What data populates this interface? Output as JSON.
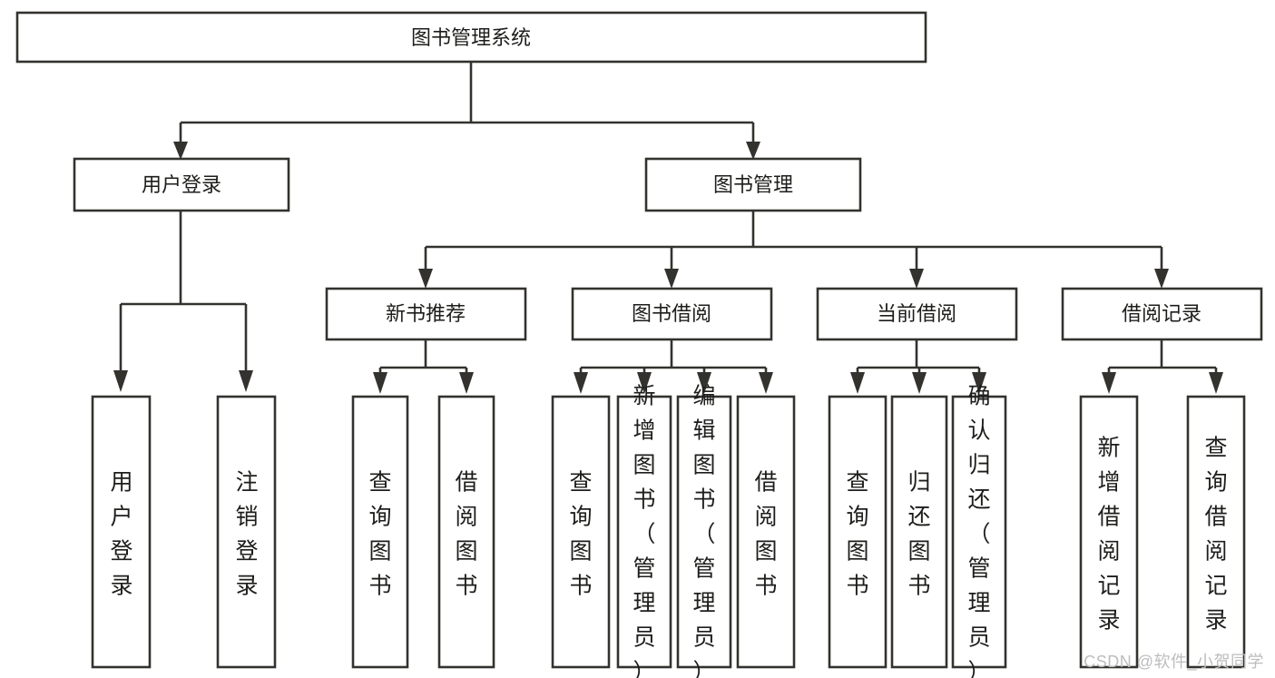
{
  "diagram": {
    "type": "tree",
    "title": "图书管理系统",
    "watermark": "CSDN @软件_小贺同学",
    "colors": {
      "stroke": "#33322f",
      "fill": "#ffffff",
      "text": "#1d1d1b",
      "watermark": "#bdbdbd",
      "background": "#ffffff"
    },
    "nodes": {
      "root": {
        "label": "图书管理系统"
      },
      "level2": [
        {
          "id": "user-login",
          "label": "用户登录"
        },
        {
          "id": "book-manage",
          "label": "图书管理"
        }
      ],
      "level3": [
        {
          "id": "new-book-recommend",
          "label": "新书推荐"
        },
        {
          "id": "book-borrow",
          "label": "图书借阅"
        },
        {
          "id": "current-borrow",
          "label": "当前借阅"
        },
        {
          "id": "borrow-record",
          "label": "借阅记录"
        }
      ],
      "leaves": {
        "user-login": [
          {
            "id": "leaf-user-login",
            "label": "用户登录"
          },
          {
            "id": "leaf-logout",
            "label": "注销登录"
          }
        ],
        "new-book-recommend": [
          {
            "id": "leaf-query-book-1",
            "label": "查询图书"
          },
          {
            "id": "leaf-borrow-book-1",
            "label": "借阅图书"
          }
        ],
        "book-borrow": [
          {
            "id": "leaf-query-book-2",
            "label": "查询图书"
          },
          {
            "id": "leaf-add-book",
            "label": "新增图书（管理员）"
          },
          {
            "id": "leaf-edit-book",
            "label": "编辑图书（管理员）"
          },
          {
            "id": "leaf-borrow-book-2",
            "label": "借阅图书"
          }
        ],
        "current-borrow": [
          {
            "id": "leaf-query-book-3",
            "label": "查询图书"
          },
          {
            "id": "leaf-return-book",
            "label": "归还图书"
          },
          {
            "id": "leaf-confirm-return",
            "label": "确认归还（管理员）"
          }
        ],
        "borrow-record": [
          {
            "id": "leaf-add-record",
            "label": "新增借阅记录"
          },
          {
            "id": "leaf-query-record",
            "label": "查询借阅记录"
          }
        ]
      }
    }
  }
}
